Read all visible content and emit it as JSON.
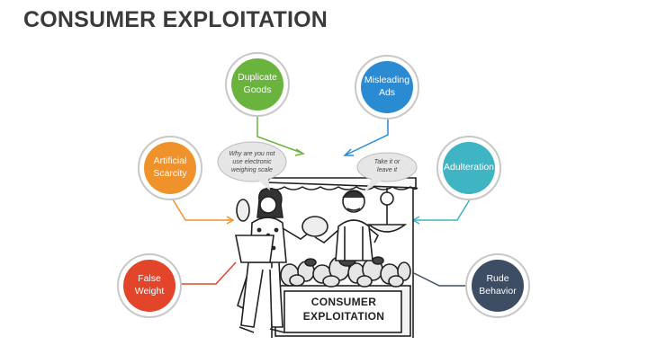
{
  "title": "CONSUMER EXPLOITATION",
  "nodes": [
    {
      "id": "duplicate-goods",
      "label": "Duplicate Goods",
      "color": "#6ab43e"
    },
    {
      "id": "misleading-ads",
      "label": "Misleading Ads",
      "color": "#2a8ad2"
    },
    {
      "id": "artificial-scarcity",
      "label": "Artificial Scarcity",
      "color": "#f0922c"
    },
    {
      "id": "adulteration",
      "label": "Adulteration",
      "color": "#3fb4c2"
    },
    {
      "id": "false-weight",
      "label": "False Weight",
      "color": "#e2452a"
    },
    {
      "id": "rude-behavior",
      "label": "Rude Behavior",
      "color": "#3d4d63"
    }
  ],
  "speech": {
    "customer": "Why are you not use electronic weighing scale",
    "vendor": "Take it or leave it"
  },
  "stall_sign": "CONSUMER EXPLOITATION"
}
